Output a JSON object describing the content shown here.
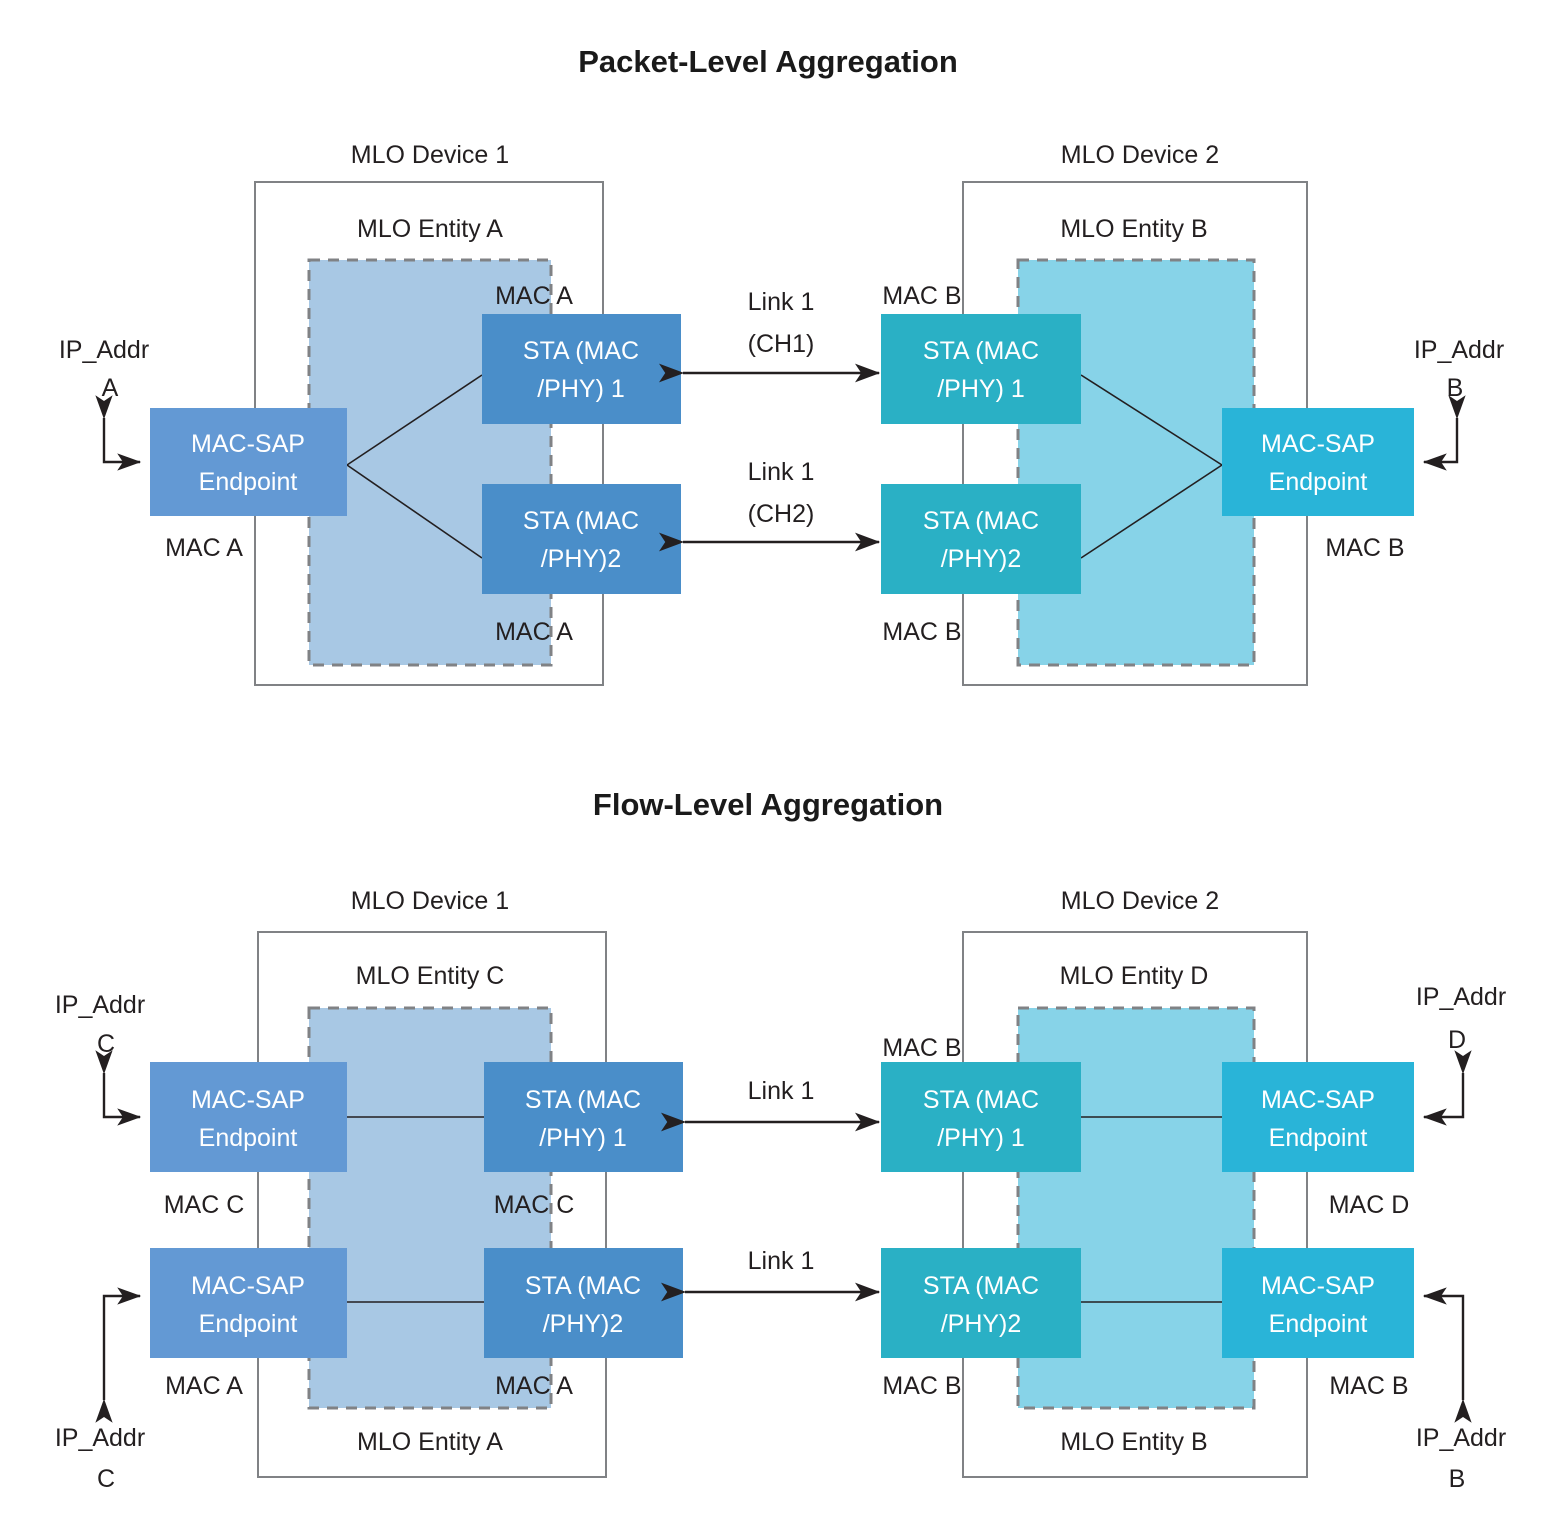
{
  "sections": [
    {
      "id": "packet-level",
      "title": "Packet-Level Aggregation",
      "left_device": {
        "device_label": "MLO Device 1",
        "entity_label_top": "MLO Entity A",
        "entity_label_bottom": "",
        "endpoint_label_line1": "MAC-SAP",
        "endpoint_label_line2": "Endpoint",
        "sta1_line1": "STA (MAC",
        "sta1_line2": "/PHY) 1",
        "sta2_line1": "STA (MAC",
        "sta2_line2": "/PHY)2",
        "ip_addr_label": "IP_Addr",
        "ip_addr_value": "A",
        "mac_endpoint": "MAC A",
        "mac_sta_top": "MAC A",
        "mac_sta_bottom": "MAC A"
      },
      "right_device": {
        "device_label": "MLO Device 2",
        "entity_label_top": "MLO Entity B",
        "entity_label_bottom": "",
        "endpoint_label_line1": "MAC-SAP",
        "endpoint_label_line2": "Endpoint",
        "sta1_line1": "STA (MAC",
        "sta1_line2": "/PHY) 1",
        "sta2_line1": "STA (MAC",
        "sta2_line2": "/PHY)2",
        "ip_addr_label": "IP_Addr",
        "ip_addr_value": "B",
        "mac_endpoint": "MAC B",
        "mac_sta_top": "MAC B",
        "mac_sta_bottom": "MAC B"
      },
      "links": [
        {
          "name": "Link 1",
          "channel": "(CH1)"
        },
        {
          "name": "Link 1",
          "channel": "(CH2)"
        }
      ]
    },
    {
      "id": "flow-level",
      "title": "Flow-Level Aggregation",
      "left_device": {
        "device_label": "MLO Device 1",
        "entity_label_top": "MLO Entity C",
        "entity_label_bottom": "MLO Entity A",
        "endpoint1_line1": "MAC-SAP",
        "endpoint1_line2": "Endpoint",
        "endpoint2_line1": "MAC-SAP",
        "endpoint2_line2": "Endpoint",
        "sta1_line1": "STA (MAC",
        "sta1_line2": "/PHY) 1",
        "sta2_line1": "STA (MAC",
        "sta2_line2": "/PHY)2",
        "ip_addr_top_label": "IP_Addr",
        "ip_addr_top_value": "C",
        "ip_addr_bottom_label": "IP_Addr",
        "ip_addr_bottom_value": "C",
        "mac_endpoint_top": "MAC C",
        "mac_endpoint_bottom": "MAC A",
        "mac_sta_top": "MAC C",
        "mac_sta_bottom": "MAC A"
      },
      "right_device": {
        "device_label": "MLO Device 2",
        "entity_label_top": "MLO Entity D",
        "entity_label_bottom": "MLO Entity B",
        "endpoint1_line1": "MAC-SAP",
        "endpoint1_line2": "Endpoint",
        "endpoint2_line1": "MAC-SAP",
        "endpoint2_line2": "Endpoint",
        "sta1_line1": "STA (MAC",
        "sta1_line2": "/PHY) 1",
        "sta2_line1": "STA (MAC",
        "sta2_line2": "/PHY)2",
        "ip_addr_top_label": "IP_Addr",
        "ip_addr_top_value": "D",
        "ip_addr_bottom_label": "IP_Addr",
        "ip_addr_bottom_value": "B",
        "mac_endpoint_top": "MAC D",
        "mac_endpoint_bottom": "MAC B",
        "mac_sta_top": "MAC B",
        "mac_sta_bottom": "MAC B"
      },
      "links": [
        {
          "name": "Link 1",
          "channel": ""
        },
        {
          "name": "Link 1",
          "channel": ""
        }
      ]
    }
  ],
  "colors": {
    "sta_blue": "#4a8ec9",
    "endpoint_blue": "#6399d4",
    "entity_blue_fill": "#a8c8e4",
    "sta_teal": "#2ab0c5",
    "endpoint_teal": "#29b4d8",
    "entity_teal_fill": "#87d3e8",
    "device_border": "#808285",
    "entity_border": "#808285",
    "text_dark": "#231f20",
    "box_text": "#ffffff",
    "background": "#ffffff"
  }
}
